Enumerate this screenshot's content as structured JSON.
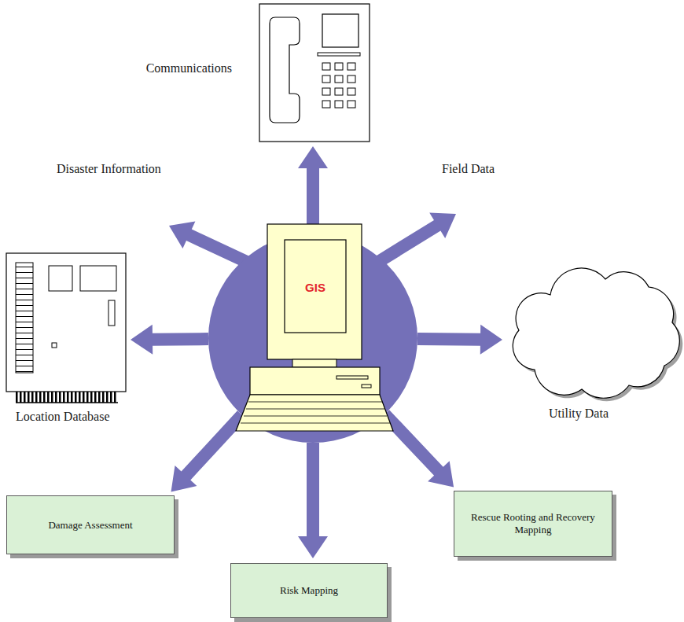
{
  "diagram": {
    "nodes": [
      {
        "text": [
          "Communications"
        ]
      },
      {
        "text": [
          "Location Database"
        ]
      },
      {
        "text": [
          "GIS"
        ]
      },
      {
        "text": [
          "Utility Data"
        ]
      },
      {
        "text": [
          "Damage Assessment"
        ]
      },
      {
        "text": [
          "Risk Mapping"
        ]
      },
      {
        "text": [
          "Rescue Rooting and Recovery Mapping"
        ]
      }
    ],
    "edges": [
      {
        "from": 2,
        "to": 0,
        "arrow": "to"
      },
      {
        "from": 2,
        "to": 1,
        "arrow": "to"
      },
      {
        "from": 2,
        "to": 3,
        "arrow": "to"
      },
      {
        "from": 2,
        "to": 4,
        "arrow": "to"
      },
      {
        "from": 2,
        "to": 5,
        "arrow": "to"
      },
      {
        "from": 2,
        "to": 6,
        "arrow": "to"
      }
    ],
    "labels": [
      "Disaster Information",
      "Field Data"
    ]
  }
}
